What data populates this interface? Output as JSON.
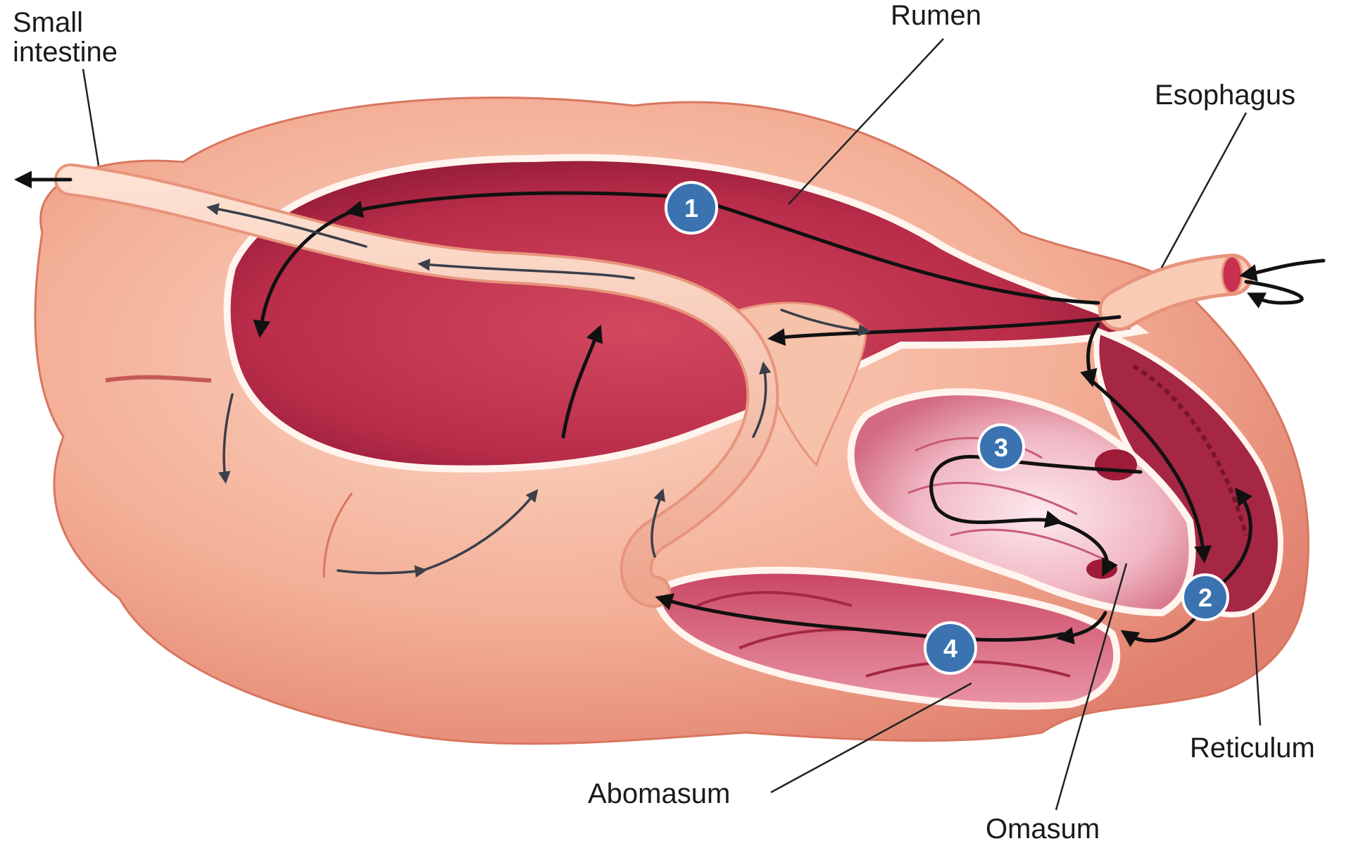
{
  "labels": {
    "small_intestine_line1": "Small",
    "small_intestine_line2": "intestine",
    "rumen": "Rumen",
    "esophagus": "Esophagus",
    "reticulum": "Reticulum",
    "abomasum": "Abomasum",
    "omasum": "Omasum"
  },
  "steps": [
    "1",
    "2",
    "3",
    "4"
  ],
  "colors": {
    "outer_tissue": "#f2a893",
    "outer_highlight": "#fbd4c2",
    "inner_chamber": "#c8304f",
    "inner_dark": "#9e1c38",
    "membrane": "#fff4ee",
    "step_badge": "#3a73b0",
    "arrow_dark": "#111111",
    "arrow_gray": "#3a3f4a"
  }
}
